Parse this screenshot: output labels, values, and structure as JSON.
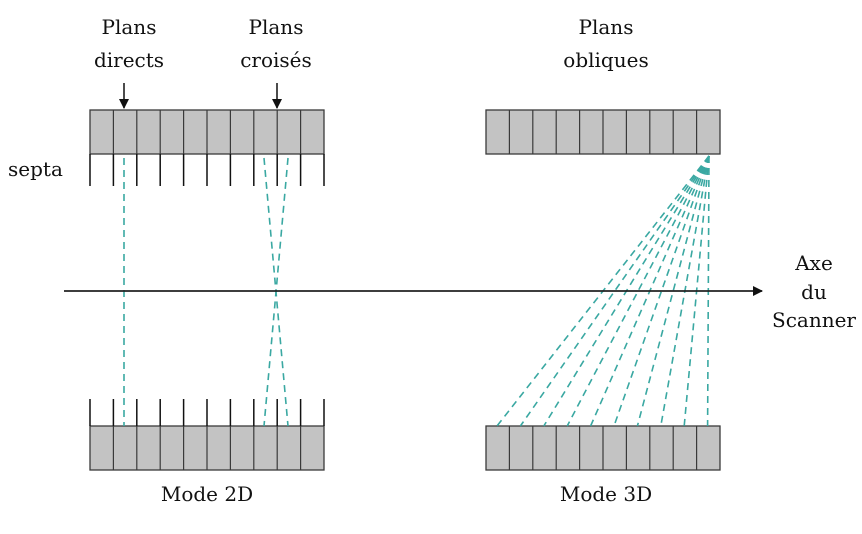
{
  "labels": {
    "direct_planes": [
      "Plans",
      "directs"
    ],
    "cross_planes": [
      "Plans",
      "croisés"
    ],
    "oblique_planes": [
      "Plans",
      "obliques"
    ],
    "septa": "septa",
    "axis": [
      "Axe",
      "du",
      "Scanner"
    ],
    "mode_2d": "Mode 2D",
    "mode_3d": "Mode 3D"
  },
  "colors": {
    "detector_fill": "#c3c3c3",
    "detector_stroke": "#3a3a3a",
    "line_of_response": "#3aa8a2",
    "axis": "#222222"
  },
  "structure": {
    "detectors_per_ring_block": 10,
    "septa_per_ring_block": 11,
    "oblique_lines_of_response": 10
  }
}
